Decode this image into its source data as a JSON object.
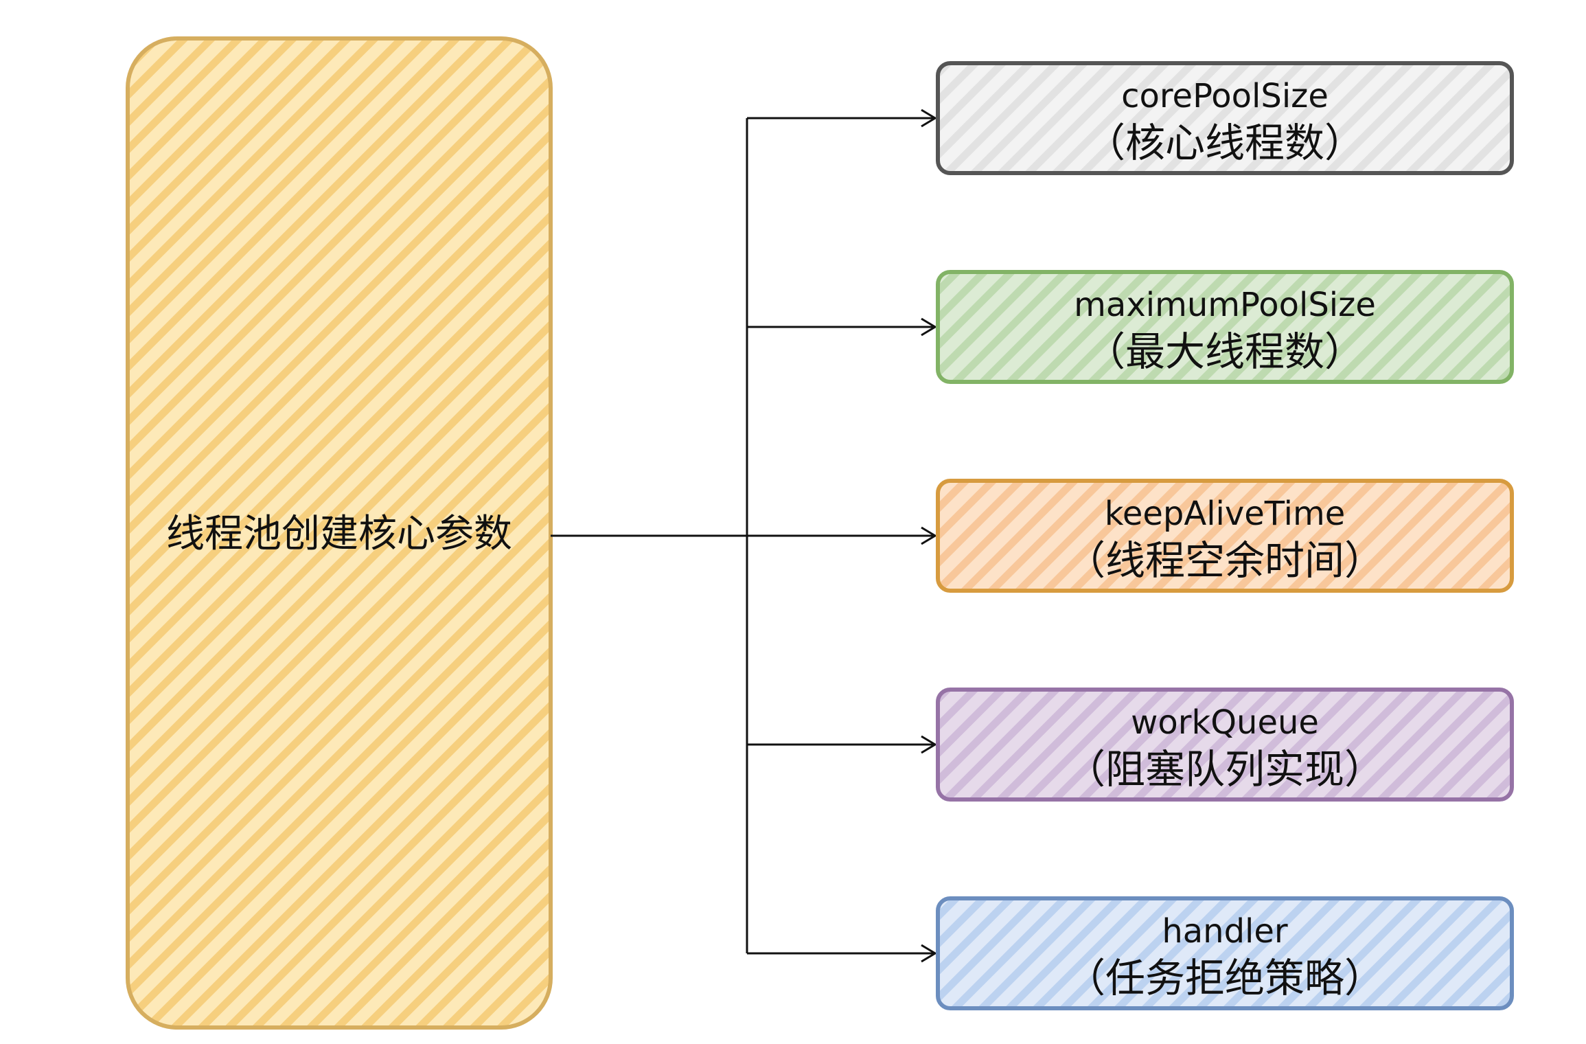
{
  "root": {
    "label": "线程池创建核心参数",
    "fill": "#fde9b8",
    "hatch": "#f6cf7e",
    "stroke": "#d6ae5f"
  },
  "params": [
    {
      "key": "core-pool-size",
      "title": "corePoolSize",
      "desc": "（核心线程数）",
      "fill": "#f3f3f3",
      "hatch": "#e2e2e2",
      "stroke": "#555555"
    },
    {
      "key": "maximum-pool-size",
      "title": "maximumPoolSize",
      "desc": "（最大线程数）",
      "fill": "#dcebd4",
      "hatch": "#bedab0",
      "stroke": "#82b366"
    },
    {
      "key": "keep-alive-time",
      "title": "keepAliveTime",
      "desc": "（线程空余时间）",
      "fill": "#fde2c8",
      "hatch": "#f8c79a",
      "stroke": "#d79b3f"
    },
    {
      "key": "work-queue",
      "title": "workQueue",
      "desc": "（阻塞队列实现）",
      "fill": "#e6daea",
      "hatch": "#d0bcda",
      "stroke": "#9673a6"
    },
    {
      "key": "handler",
      "title": "handler",
      "desc": "（任务拒绝策略）",
      "fill": "#dfe9f8",
      "hatch": "#bcd2f0",
      "stroke": "#6c8ebf"
    }
  ]
}
